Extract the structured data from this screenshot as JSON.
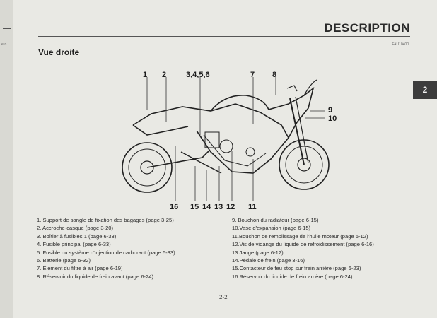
{
  "header": {
    "title": "DESCRIPTION",
    "ref_code": "FAU10400"
  },
  "section_title": "Vue droite",
  "chapter_tab": "2",
  "gutter_text": "ero",
  "callouts": [
    "1",
    "2",
    "3,4,5,6",
    "7",
    "8",
    "9",
    "10",
    "16",
    "15",
    "14",
    "13",
    "12",
    "11"
  ],
  "items_left": [
    "1. Support de sangle de fixation des bagages (page 3-25)",
    "2. Accroche-casque (page 3-20)",
    "3. Boîtier à fusibles 1 (page 6-33)",
    "4. Fusible principal (page 6-33)",
    "5. Fusible du système d'injection de carburant (page 6-33)",
    "6. Batterie (page 6-32)",
    "7. Élément du filtre à air (page 6-19)",
    "8. Réservoir du liquide de frein avant (page 6-24)"
  ],
  "items_right": [
    "9. Bouchon du radiateur (page 6-15)",
    "10.Vase d'expansion (page 6-15)",
    "11.Bouchon de remplissage de l'huile moteur (page 6-12)",
    "12.Vis de vidange du liquide de refroidissement (page 6-16)",
    "13.Jauge (page 6-12)",
    "14.Pédale de frein (page 3-16)",
    "15.Contacteur de feu stop sur frein arrière (page 6-23)",
    "16.Réservoir du liquide de frein arrière (page 6-24)"
  ],
  "page_number": "2-2"
}
